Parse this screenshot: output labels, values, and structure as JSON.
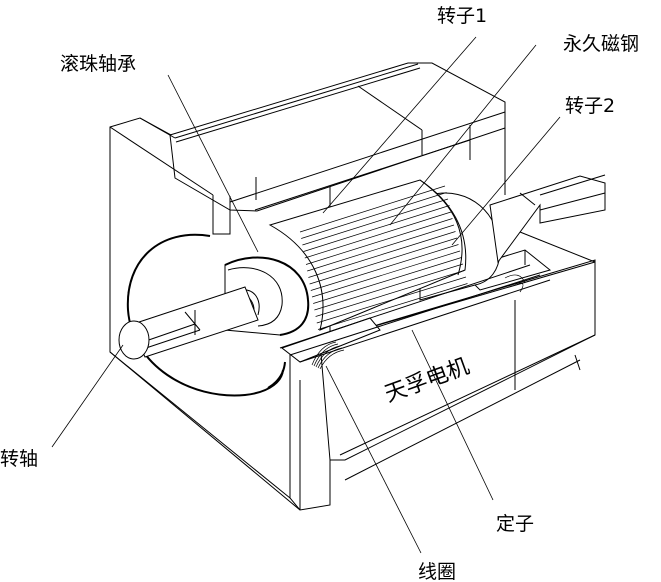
{
  "diagram": {
    "title": "Motor cutaway structure diagram",
    "labels": {
      "rotor1": "转子1",
      "permanent_magnet": "永久磁钢",
      "rotor2": "转子2",
      "ball_bearing": "滚珠轴承",
      "shaft": "转轴",
      "stator": "定子",
      "coil": "线圈"
    },
    "brand_text": "天孚电机",
    "colors": {
      "line": "#000000",
      "background": "#ffffff"
    }
  }
}
